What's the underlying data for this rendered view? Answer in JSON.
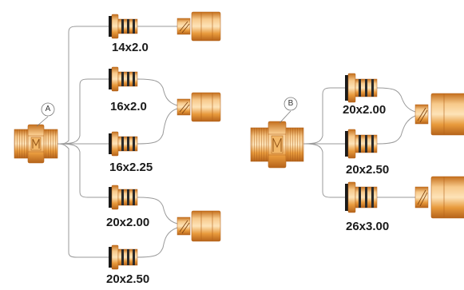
{
  "diagram": {
    "group_a": {
      "marker": "A",
      "sizes": [
        "14x2.0",
        "16x2.0",
        "16x2.25",
        "20x2.00",
        "20x2.50"
      ]
    },
    "group_b": {
      "marker": "B",
      "sizes": [
        "20x2.00",
        "20x2.50",
        "26x3.00"
      ]
    }
  },
  "colors": {
    "brass_light": "#f7c98a",
    "brass_mid": "#e89a3c",
    "brass_dark": "#c46f1c",
    "connector_line": "#9a9a9a",
    "seal_black": "#1a1a1a"
  }
}
